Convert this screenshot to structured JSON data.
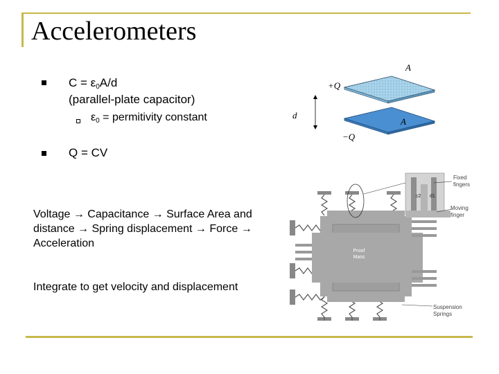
{
  "slide": {
    "title": "Accelerometers",
    "bullets": {
      "capacitance_formula_prefix": "C = ε",
      "capacitance_formula_sub": "0",
      "capacitance_formula_suffix": "A/d",
      "capacitance_note": "(parallel-plate capacitor)",
      "permittivity_symbol": "ε",
      "permittivity_sub": "0",
      "permittivity_text": " = permitivity constant",
      "charge_formula": "Q = CV"
    },
    "chain_text": "Voltage → Capacitance → Surface Area and distance → Spring displacement → Force → Acceleration",
    "integrate_text": "Integrate to get velocity and displacement",
    "accent_color": "#c8b84a"
  },
  "capacitor_figure": {
    "top_area_label": "A",
    "top_charge_label": "+Q",
    "gap_label": "d",
    "bottom_area_label": "A",
    "bottom_charge_label": "−Q"
  },
  "mems_figure": {
    "fixed_fingers_label_1": "Fixed",
    "fixed_fingers_label_2": "fingers",
    "gap_label_1": "c2",
    "gap_label_2": "d1",
    "moving_finger_label_1": "Moving",
    "moving_finger_label_2": "finger",
    "proof_mass_label_1": "Proof",
    "proof_mass_label_2": "Mass",
    "springs_label_1": "Suspension",
    "springs_label_2": "Springs"
  }
}
